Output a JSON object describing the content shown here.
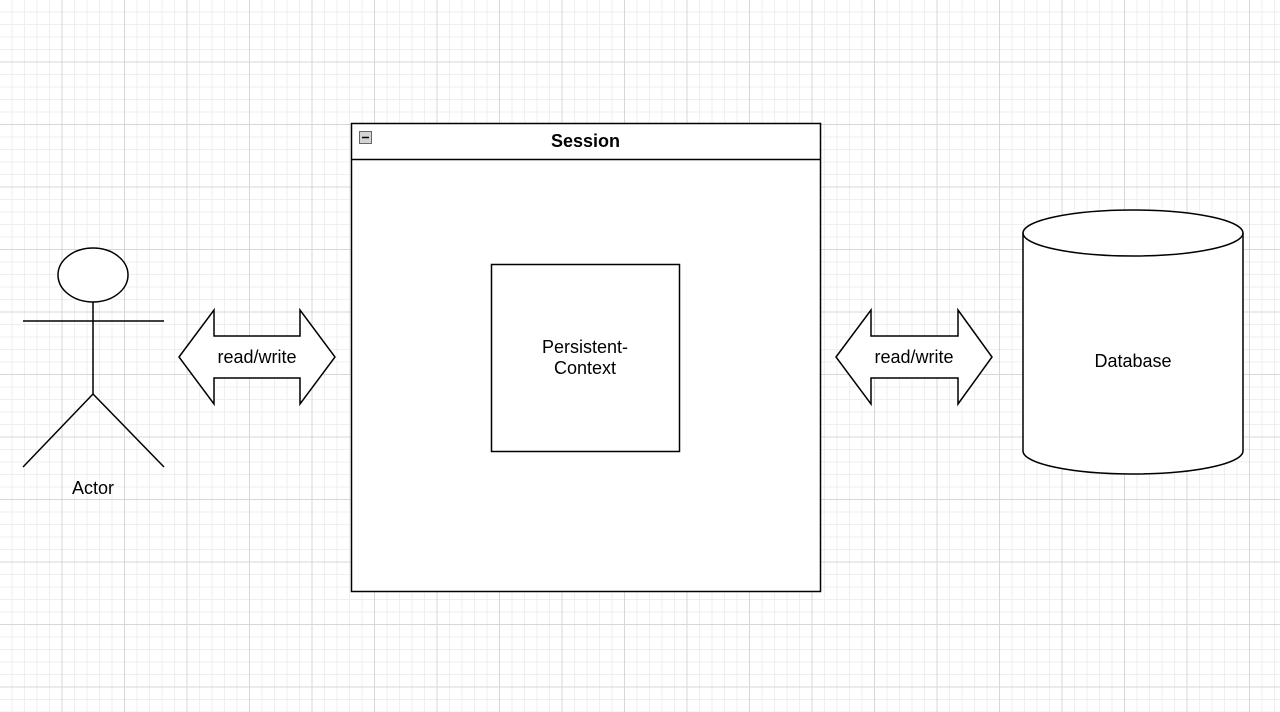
{
  "diagram": {
    "actor": {
      "label": "Actor"
    },
    "arrow_left": {
      "label": "read/write"
    },
    "session": {
      "title": "Session"
    },
    "persistent_context": {
      "label": "Persistent-\nContext"
    },
    "arrow_right": {
      "label": "read/write"
    },
    "database": {
      "label": "Database"
    }
  },
  "colors": {
    "stroke": "#000000",
    "fill": "#ffffff",
    "grid_major": "#d7d7d7",
    "grid_minor": "#efefef",
    "collapse_icon_fill": "#d4d4d4"
  }
}
